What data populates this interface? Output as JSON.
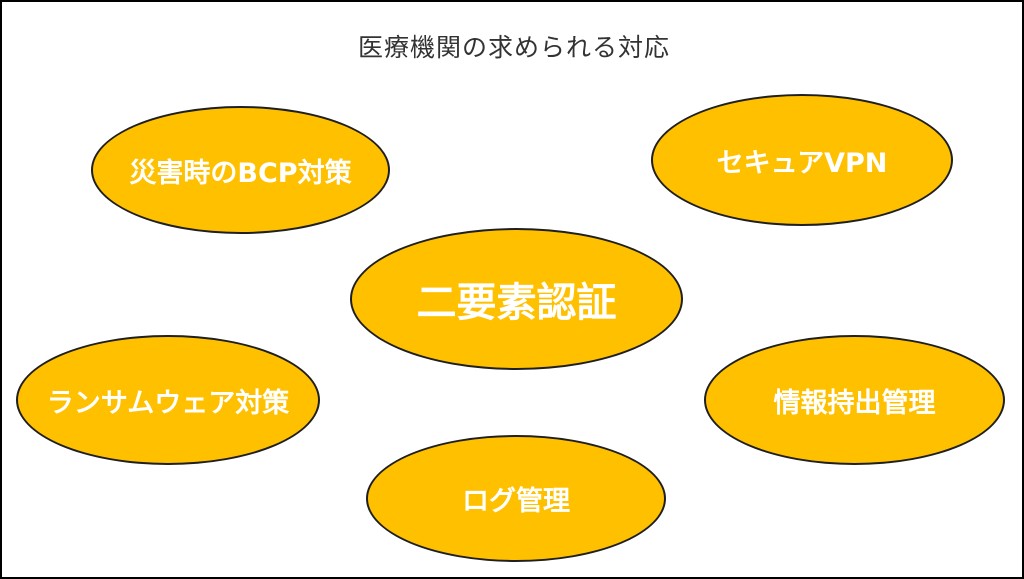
{
  "title": "医療機関の求められる対応",
  "colors": {
    "bubble_fill": "#FFC000",
    "bubble_border": "#1f1f1f",
    "bubble_text": "#ffffff",
    "title_text": "#333333"
  },
  "bubbles": {
    "bcp": "災害時のBCP対策",
    "vpn": "セキュアVPN",
    "two_factor": "二要素認証",
    "ransomware": "ランサムウェア対策",
    "info_management": "情報持出管理",
    "log_management": "ログ管理"
  }
}
